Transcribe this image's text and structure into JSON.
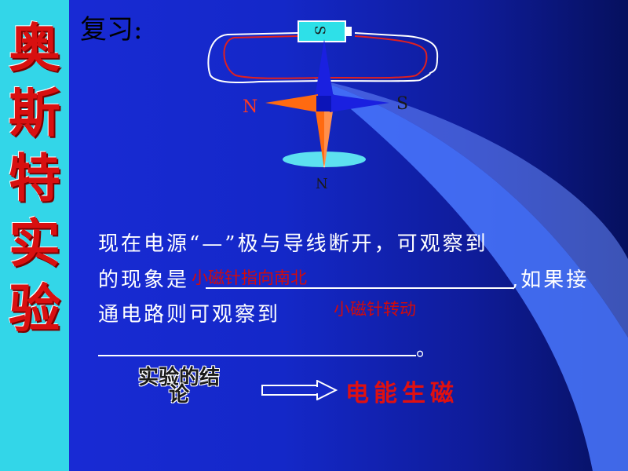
{
  "sidebar": {
    "title_chars": [
      "奥",
      "斯",
      "特",
      "实",
      "验"
    ]
  },
  "header": {
    "title": "复习:"
  },
  "diagram": {
    "battery_label": "S",
    "pole_left": "N",
    "pole_right": "S",
    "pole_bottom": "N"
  },
  "question": {
    "line1": "现在电源“—”极与导线断开，可观察到",
    "line2_prefix": "的现象是",
    "line2_suffix": ",如果接",
    "line3": "通电路则可观察到",
    "line4_end": "。",
    "answer1": "小磁针指向南北",
    "answer2": "小磁针转动"
  },
  "conclusion": {
    "label_line1": "实验的结",
    "label_line2": "论",
    "text": "电能生磁"
  },
  "colors": {
    "background": "#1428c8",
    "sidebar": "#33d6e8",
    "answer": "#d40a0a",
    "conclusion": "#e01010",
    "needle_north": "#ff6a10",
    "needle_south": "#1a20e0"
  }
}
